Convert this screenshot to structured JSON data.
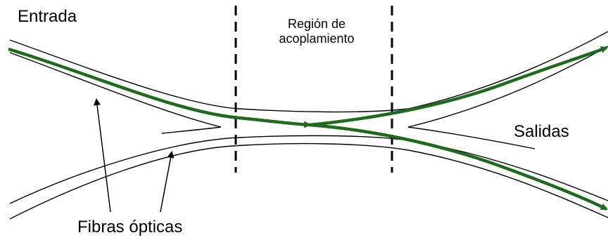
{
  "labels": {
    "input": "Entrada",
    "coupling_region_line1": "Región de",
    "coupling_region_line2": "acoplamiento",
    "outputs": "Salidas",
    "optical_fibers": "Fibras ópticas"
  },
  "colors": {
    "fiber_outline": "#000000",
    "light_path": "#1e6b1e",
    "boundary": "#000000",
    "text": "#000000"
  }
}
